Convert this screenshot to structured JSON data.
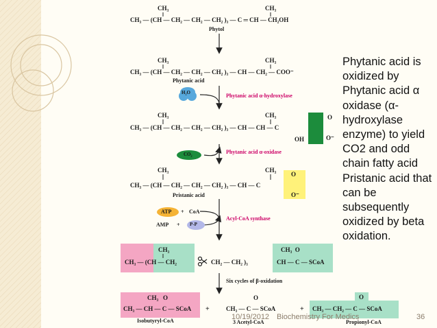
{
  "molecules": {
    "phytol": {
      "formula": "CH₃ — (CH — CH₂ — CH₂ — CH₂ )₃ — C ═ CH — CH₂OH",
      "branch1": "CH₃",
      "branch2": "CH₃",
      "name": "Phytol"
    },
    "phytanic": {
      "formula": "CH₃ — (CH — CH₂ — CH₂ — CH₂ )₃ — CH — CH₂ — COO⁻",
      "branch1": "CH₃",
      "branch2": "CH₃",
      "name": "Phytanic acid"
    },
    "hydroxy": {
      "formula": "CH₃ — (CH — CH₂ — CH₂ — CH₂ )₃ — CH — CH — C",
      "branch1": "CH₃",
      "branch2": "CH₃",
      "oh": "OH",
      "o_top": "O",
      "o_minus": "O⁻"
    },
    "pristanic": {
      "formula": "CH₃ — (CH — CH₂ — CH₂ — CH₂ )₃ — CH — C",
      "branch1": "CH₃",
      "branch2": "CH₃",
      "o_top": "O",
      "o_minus": "O⁻",
      "name": "Pristanic acid"
    },
    "pristanoyl": {
      "left_top": "CH₃",
      "left_main": "CH₃ — (CH — CH₂",
      "middle": "CH₂ — CH₂ )₃",
      "right_top": "CH₃  O",
      "right_main": "CH — C — SCoA"
    },
    "isobutyryl": {
      "top": "CH₃   O",
      "main": "CH₃ — CH — C — SCoA",
      "name": "Isobutyryl-CoA"
    },
    "acetyl": {
      "plus": "+",
      "top": "O",
      "main": "CH₃ — C — SCoA",
      "name": "3 Acetyl-CoA"
    },
    "propionyl": {
      "plus": "+",
      "top": "O",
      "main": "CH₃ — CH₂ — C — SCoA",
      "name": "Propionyl-CoA"
    }
  },
  "reagents": {
    "h2o": "H₂O",
    "co2": "CO₂",
    "atp": "ATP",
    "coa": "CoA",
    "plus1": "+",
    "amp": "AMP",
    "ppi": "P-P",
    "plus2": "+"
  },
  "enzymes": {
    "hydroxylase": "Phytanic acid α-hydroxylase",
    "oxidase": "Phytanic acid α-oxidase",
    "synthase": "Acyl-CoA synthase",
    "beta": "Six cycles of β-oxidation"
  },
  "side_text": "Phytanic acid is oxidized by Phytanic acid α oxidase (α-hydroxylase enzyme) to yield CO2 and odd chain fatty acid Pristanic acid that can be subsequently oxidized by beta oxidation.",
  "footer": {
    "date": "10/19/2012",
    "title": "Biochemistry For Medics",
    "page": "36"
  },
  "colors": {
    "magenta": "#cc0066",
    "green": "#1c8c3c",
    "yellow_box": "#fff27a",
    "pink_box": "#f4a6c3",
    "teal_box": "#a8e0c7",
    "blue_bubble": "#57a8dc",
    "orange_pill": "#f5b335",
    "lavender_pill": "#b3b8e8"
  }
}
